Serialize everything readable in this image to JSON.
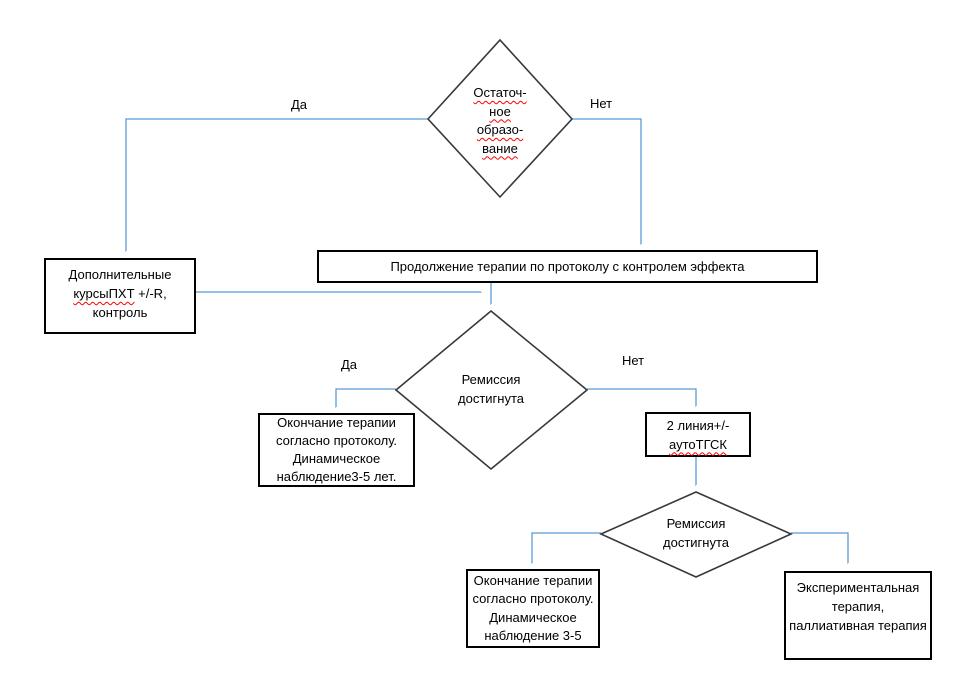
{
  "canvas": {
    "connector_color": "#5b9bd5",
    "diamond_border_color": "#383838",
    "box_border_color": "#000000",
    "spellcheck_color": "#ff0000",
    "background": "#ffffff"
  },
  "labels": {
    "yes_top": "Да",
    "no_top": "Нет",
    "yes_mid": "Да",
    "no_mid": "Нет"
  },
  "nodes": {
    "residual_decision": {
      "text": "Остаточ-\nное\nобразо-\nвание"
    },
    "additional_courses": {
      "line1": "Дополнительные",
      "misspelled": "курсыПХТ",
      "line2_rest": " +/-R,",
      "line3": "контроль"
    },
    "continue_therapy": {
      "text": "Продолжение терапии по протоколу с контролем эффекта"
    },
    "remission_decision_1": {
      "text": "Ремиссия\nдостигнута"
    },
    "end_therapy_1": {
      "text": "Окончание терапии\nсогласно протоколу.\nДинамическое\nнаблюдение3-5 лет."
    },
    "second_line": {
      "line1": "2 линия+/-",
      "misspelled": "аутоТГСК"
    },
    "remission_decision_2": {
      "text": "Ремиссия\nдостигнута"
    },
    "end_therapy_2": {
      "text": "Окончание терапии\nсогласно протоколу.\nДинамическое\nнаблюдение 3-5"
    },
    "experimental_therapy": {
      "text": "Экспериментальная\nтерапия,\nпаллиативная терапия"
    }
  }
}
